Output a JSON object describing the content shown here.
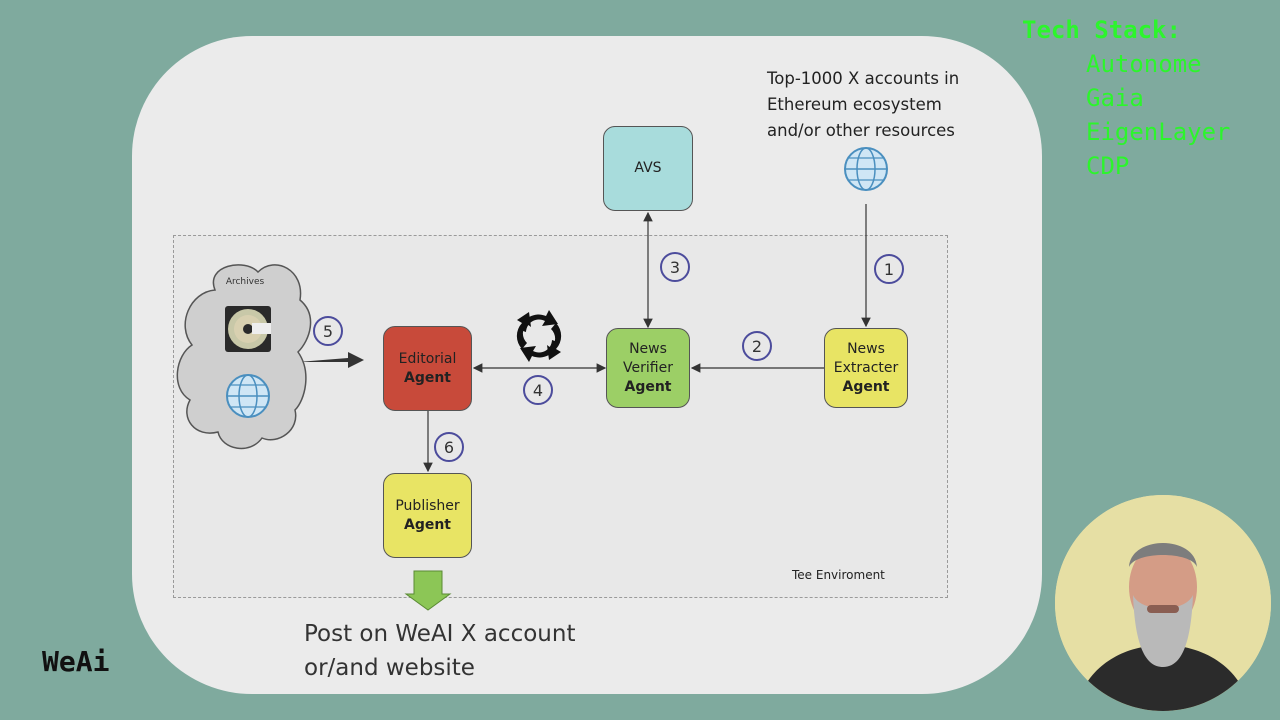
{
  "tech_stack": {
    "heading": "Tech Stack:",
    "items": [
      "Autonome",
      "Gaia",
      "EigenLayer",
      "CDP"
    ]
  },
  "brand": "WeAi",
  "diagram": {
    "source_note": [
      "Top-1000 X accounts in",
      "Ethereum ecosystem",
      "and/or other resources"
    ],
    "archives_label": "Archives",
    "tee_label": "Tee Enviroment",
    "output_lines": [
      "Post on WeAI X account",
      "or/and website"
    ],
    "nodes": {
      "avs": {
        "label": "AVS"
      },
      "editorial": {
        "line1": "Editorial",
        "line2": "Agent"
      },
      "verifier": {
        "line1": "News",
        "line2": "Verifier",
        "line3": "Agent"
      },
      "extracter": {
        "line1": "News",
        "line2": "Extracter",
        "line3": "Agent"
      },
      "publisher": {
        "line1": "Publisher",
        "line2": "Agent"
      }
    },
    "steps": [
      "1",
      "2",
      "3",
      "4",
      "5",
      "6"
    ],
    "colors": {
      "editorial": "#c84a3a",
      "verifier": "#9ccf66",
      "extracter": "#e8e464",
      "publisher": "#e8e464",
      "avs": "#a8dcdc",
      "output_arrow": "#8cc656"
    }
  }
}
